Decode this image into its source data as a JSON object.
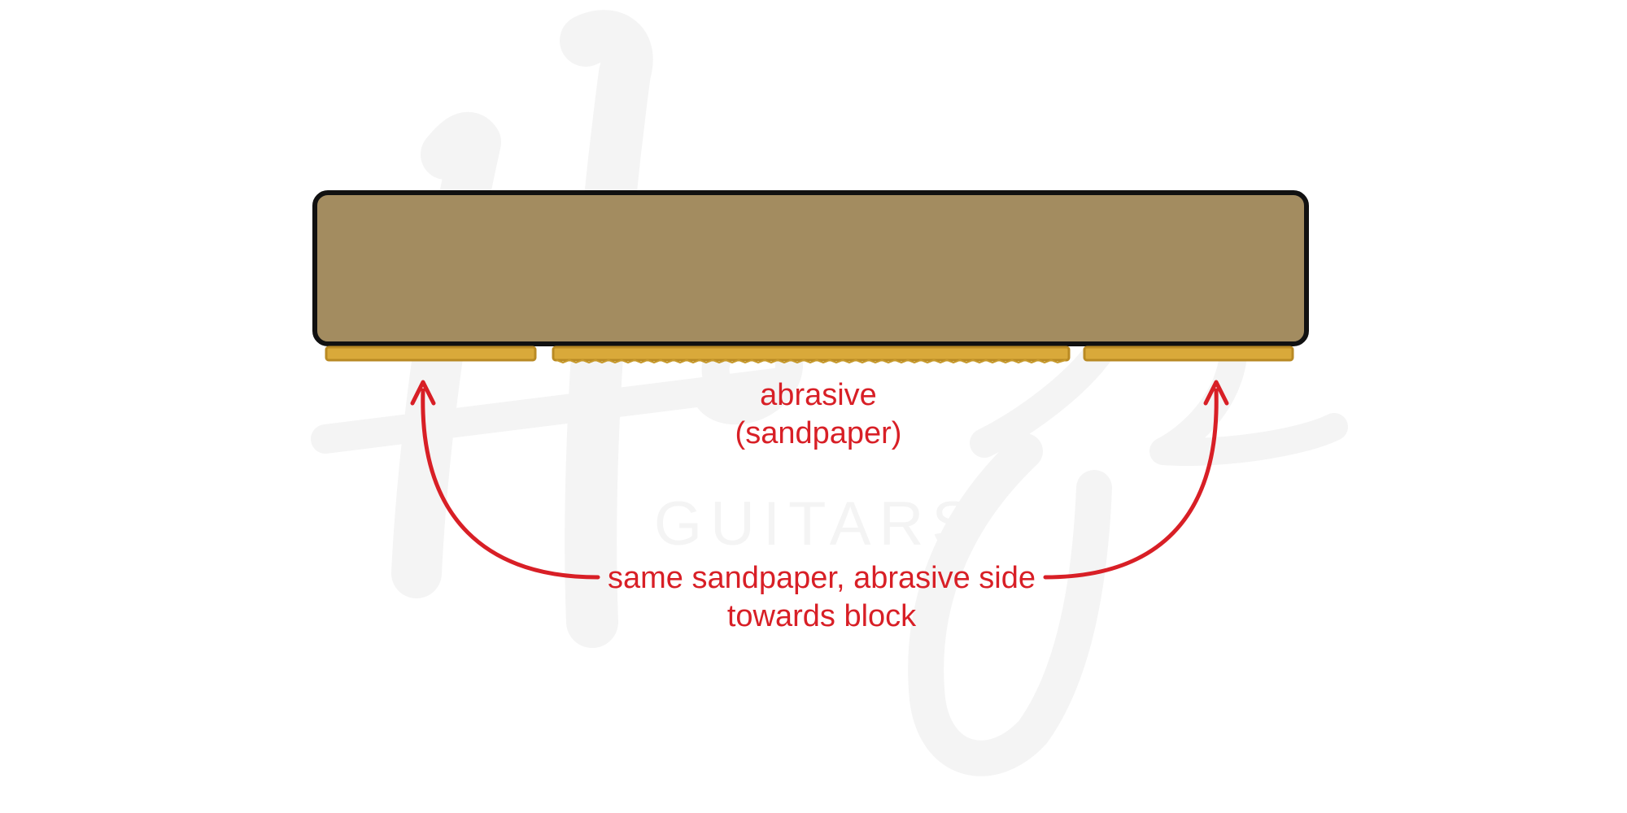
{
  "colors": {
    "background": "#ffffff",
    "block_fill": "#a38c60",
    "block_stroke": "#111111",
    "sandpaper_fill": "#d9a93a",
    "sandpaper_edge": "#b98a24",
    "annotation": "#d81f26",
    "watermark": "#f4f4f4"
  },
  "watermark": {
    "brand": "GUITARS",
    "logo_icon": "signature-logo-icon"
  },
  "labels": {
    "abrasive_line1": "abrasive",
    "abrasive_line2": "(sandpaper)",
    "same_line1": "same sandpaper, abrasive side",
    "same_line2": "towards block"
  },
  "icons": {
    "arrows": "curved-arrow-icon"
  }
}
